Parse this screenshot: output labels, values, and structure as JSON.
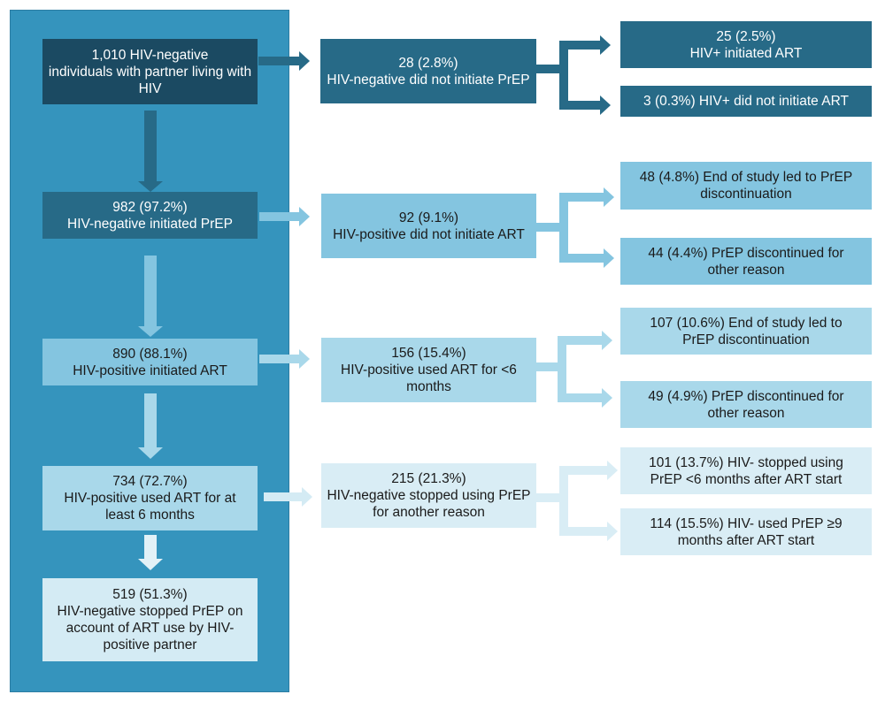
{
  "colors": {
    "panel": "#3594bd",
    "level1": "#1b4a62",
    "level2": "#276a87",
    "level3": "#84c5e0",
    "level4": "#a9d8ea",
    "level5": "#d4ebf4"
  },
  "main_flow": [
    {
      "count": "1,010 HIV-negative",
      "label": "individuals with partner living with HIV"
    },
    {
      "count": "982 (97.2%)",
      "label": "HIV-negative initiated PrEP"
    },
    {
      "count": "890 (88.1%)",
      "label": "HIV-positive initiated ART"
    },
    {
      "count": "734 (72.7%)",
      "label": "HIV-positive used ART for at least 6 months"
    },
    {
      "count": "519 (51.3%)",
      "label": "HIV-negative stopped PrEP on account of ART use by HIV-positive partner"
    }
  ],
  "branches": [
    {
      "count": "28 (2.8%)",
      "label": "HIV-negative did not initiate PrEP",
      "outcomes": [
        "25 (2.5%) HIV+ initiated ART",
        "3 (0.3%) HIV+ did not initiate ART"
      ]
    },
    {
      "count": "92 (9.1%)",
      "label": "HIV-positive did not initiate ART",
      "outcomes": [
        "48 (4.8%) End of study led to PrEP discontinuation",
        "44 (4.4%) PrEP discontinued for other reason"
      ]
    },
    {
      "count": "156 (15.4%)",
      "label": "HIV-positive used ART for <6 months",
      "outcomes": [
        "107 (10.6%) End of study led to PrEP discontinuation",
        "49 (4.9%) PrEP discontinued for other reason"
      ]
    },
    {
      "count": "215 (21.3%)",
      "label": "HIV-negative stopped using PrEP for another reason",
      "outcomes": [
        "101 (13.7%) HIV- stopped using PrEP <6 months after ART start",
        "114 (15.5%) HIV- used PrEP ≥9 months after ART start"
      ]
    }
  ],
  "outcome_display": {
    "b0o0": [
      "25 (2.5%)",
      "HIV+ initiated ART"
    ],
    "b0o1": [
      "3 (0.3%) HIV+ did not initiate ART"
    ],
    "b1o0": [
      "48 (4.8%) End of study led to PrEP",
      "discontinuation"
    ],
    "b1o1": [
      "44 (4.4%) PrEP discontinued for",
      "other reason"
    ],
    "b2o0": [
      "107 (10.6%) End of study led to",
      "PrEP discontinuation"
    ],
    "b2o1": [
      "49 (4.9%) PrEP discontinued for",
      "other reason"
    ],
    "b3o0": [
      "101 (13.7%) HIV- stopped using",
      "PrEP <6 months after ART start"
    ],
    "b3o1": [
      "114 (15.5%) HIV- used PrEP ≥9",
      "months after ART start"
    ]
  }
}
